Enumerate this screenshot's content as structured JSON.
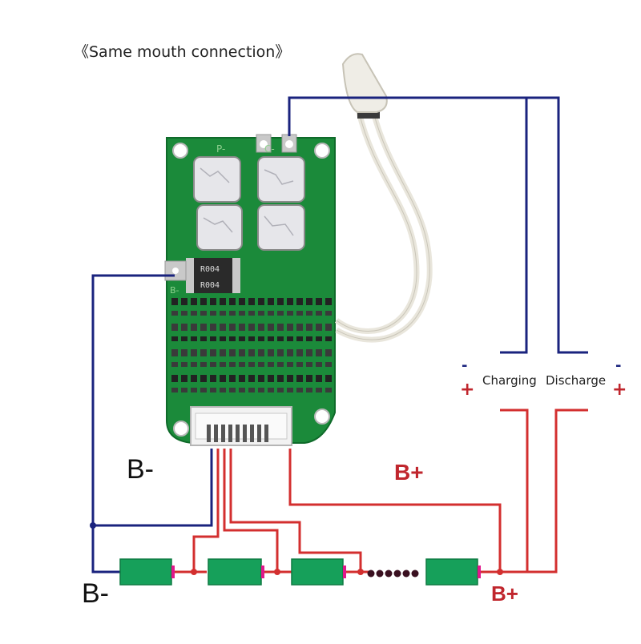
{
  "title": "《Same mouth connection》",
  "labels": {
    "b_minus": "B-",
    "b_plus": "B+",
    "charging": "Charging",
    "discharge": "Discharge",
    "minus_sign": "-",
    "plus_sign": "+"
  },
  "board_markings": {
    "p_minus": "P-",
    "c_minus": "C-",
    "b_minus_pad": "B-",
    "shunt_code": "R004"
  },
  "colors": {
    "negative_wire": "#1a237e",
    "positive_wire": "#d32f2f",
    "pcb": "#1b8a3a",
    "battery": "#16a05a",
    "terminal": "#e0178b"
  },
  "cells": {
    "shown_count": 4,
    "ellipsis_dots": 6
  }
}
